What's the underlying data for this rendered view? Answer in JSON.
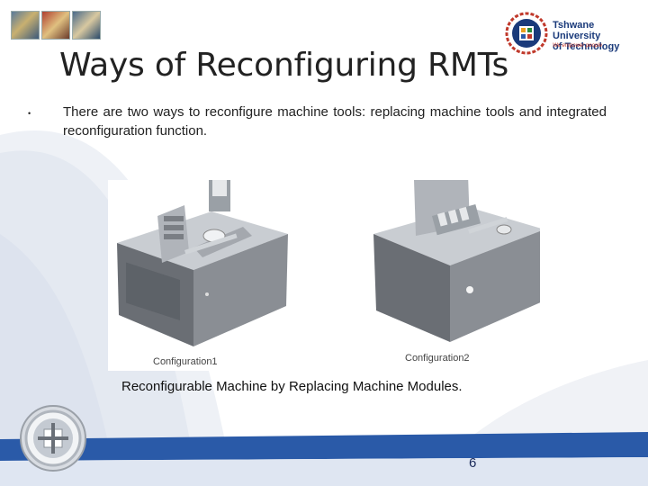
{
  "header": {
    "title": "Ways of Reconfiguring RMTs"
  },
  "logo": {
    "name": "Tshwane University\nof Technology",
    "slogan": "We empower people"
  },
  "content": {
    "bullet": "There are two ways to reconfigure machine tools: replacing machine tools and integrated reconfiguration function."
  },
  "figure": {
    "config1_label": "Configuration1",
    "config2_label": "Configuration2",
    "caption": "Reconfigurable Machine by Replacing Machine Modules."
  },
  "footer": {
    "page_number": "6"
  },
  "colors": {
    "brand_blue": "#1a3a7a",
    "band_blue": "#2a5aa8",
    "accent_red": "#c0392b"
  }
}
